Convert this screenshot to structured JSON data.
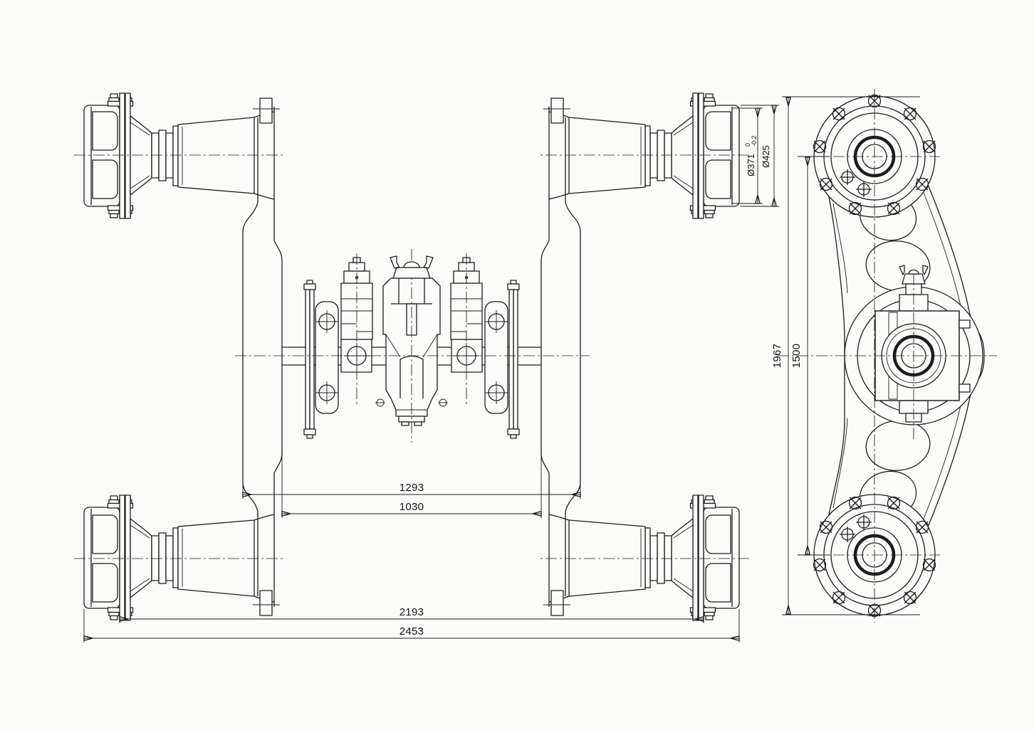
{
  "colors": {
    "ink": "#1c1c1c",
    "paper": "#fbfbf9"
  },
  "dimensions": {
    "inner_frame_span": "1293",
    "gauge_span": "1030",
    "flange_span": "2193",
    "overall_span": "2453",
    "overall_height": "1967",
    "wheel_center_distance": "1500",
    "drum_bore": "Ø371",
    "drum_bore_tol_upper": "0",
    "drum_bore_tol_lower": "-0.2",
    "drum_outer_dia": "Ø425"
  }
}
